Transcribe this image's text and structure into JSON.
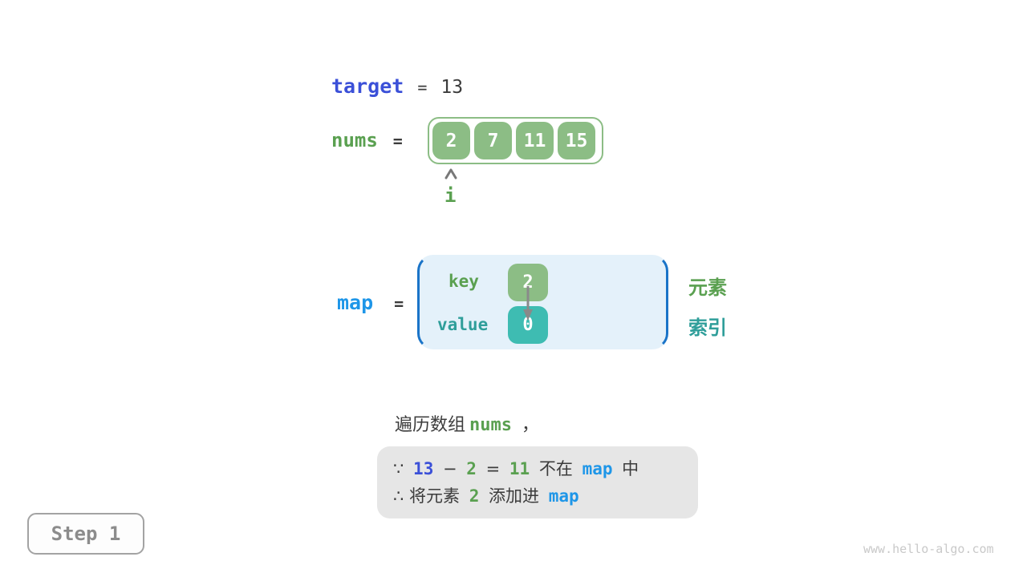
{
  "colors": {
    "royal_blue": "#3b50d8",
    "light_blue": "#1e96e8",
    "bracket_blue": "#1a74c8",
    "green_text": "#5aa050",
    "teal_text": "#2f9e9a",
    "green_fill": "#8cbd85",
    "teal_fill": "#3ebcb2",
    "map_fill": "#e4f1fa",
    "note_bg": "#e6e6e6",
    "dark_text": "#3c3c3c"
  },
  "target_row": {
    "label": "target",
    "equals": "=",
    "value": "13"
  },
  "nums_row": {
    "label": "nums",
    "equals": "=",
    "values": [
      "2",
      "7",
      "11",
      "15"
    ],
    "pointer": "i"
  },
  "map_row": {
    "label": "map",
    "equals": "=",
    "key_label": "key",
    "value_label": "value",
    "entry_key": "2",
    "entry_value": "0",
    "legend_element": "元素",
    "legend_index": "索引"
  },
  "caption": {
    "segments": [
      {
        "text": "遍历数组",
        "cls": "dark"
      },
      {
        "text": "nums",
        "cls": "code-green"
      },
      {
        "text": " ，",
        "cls": "dark"
      }
    ]
  },
  "note": {
    "line1": [
      {
        "text": "∵ ",
        "cls": "dark"
      },
      {
        "text": "13",
        "cls": "code-royal"
      },
      {
        "text": " − ",
        "cls": "dark"
      },
      {
        "text": "2",
        "cls": "code-green"
      },
      {
        "text": " = ",
        "cls": "dark"
      },
      {
        "text": "11",
        "cls": "code-green"
      },
      {
        "text": " 不在 ",
        "cls": "dark"
      },
      {
        "text": "map",
        "cls": "code-blue"
      },
      {
        "text": " 中",
        "cls": "dark"
      }
    ],
    "line2": [
      {
        "text": "∴ 将元素 ",
        "cls": "dark"
      },
      {
        "text": "2",
        "cls": "code-green"
      },
      {
        "text": " 添加进 ",
        "cls": "dark"
      },
      {
        "text": "map",
        "cls": "code-blue"
      }
    ]
  },
  "step_badge": {
    "label": "Step 1"
  },
  "watermark": "www.hello-algo.com"
}
